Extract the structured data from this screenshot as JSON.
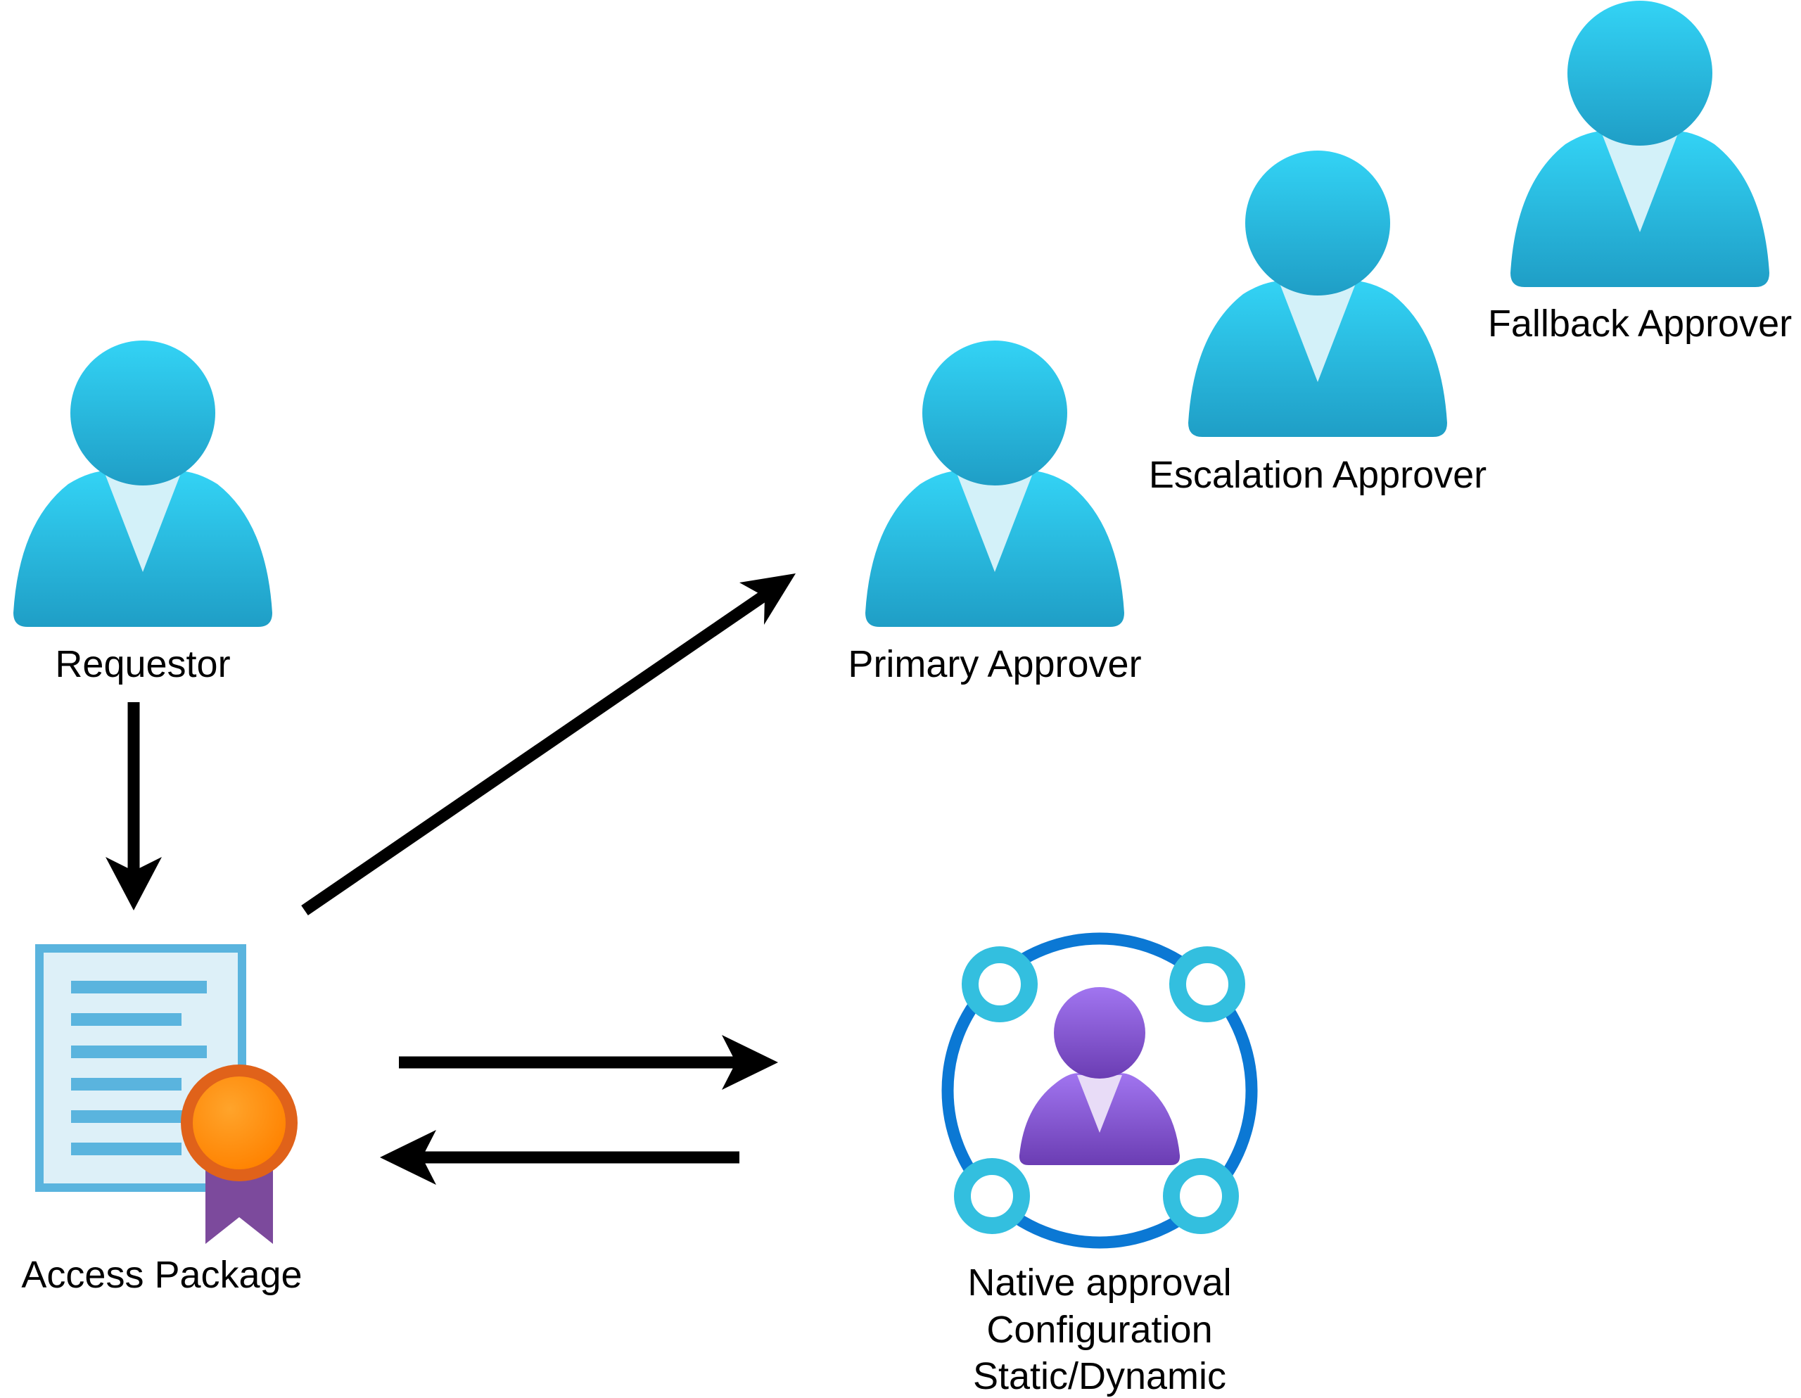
{
  "labels": {
    "requestor": "Requestor",
    "primary_approver": "Primary Approver",
    "escalation_approver": "Escalation Approver",
    "fallback_approver": "Fallback Approver",
    "access_package": "Access Package",
    "native_line1": "Native approval",
    "native_line2": "Configuration",
    "native_line3": "Static/Dynamic"
  },
  "icons": {
    "requestor": "user-icon",
    "primary_approver": "user-icon",
    "escalation_approver": "user-icon",
    "fallback_approver": "user-icon",
    "access_package": "certificate-document-icon",
    "native_approval": "user-circle-nodes-icon"
  },
  "colors": {
    "user_top": "#33d3f5",
    "user_bottom": "#1f9ec6",
    "user_collar": "#d3f1f9",
    "doc_border": "#5ab4de",
    "doc_fill": "#ddf0f8",
    "medal_outer": "#e0621a",
    "medal_inner": "#ff8c00",
    "ribbon": "#7c4a9c",
    "native_ring": "#0b78d4",
    "native_nodes": "#33bfdf",
    "purple_top": "#a175f0",
    "purple_bottom": "#6b3db3",
    "arrow": "#000000"
  }
}
